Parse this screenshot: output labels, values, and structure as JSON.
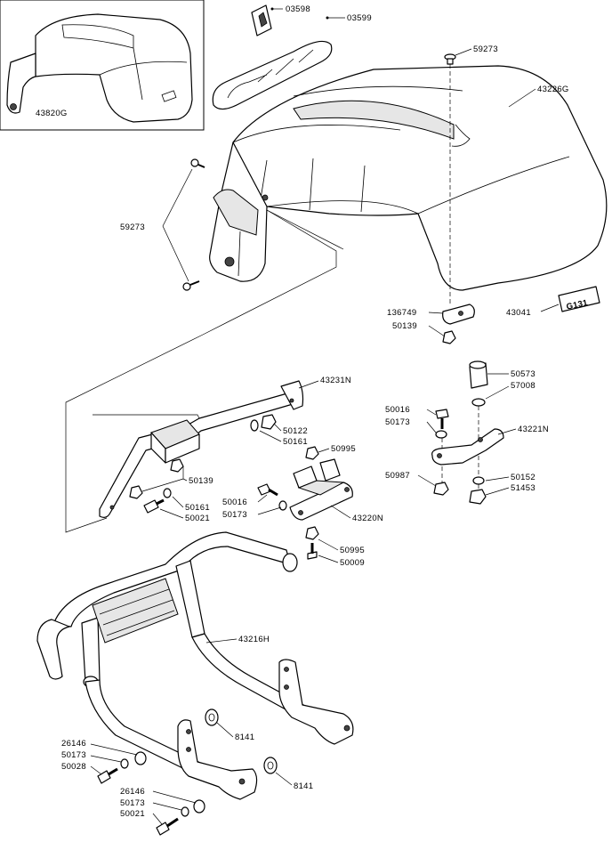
{
  "inset": {
    "label": "43820G"
  },
  "labels": {
    "l03598": "03598",
    "l03599": "03599",
    "l59273_top": "59273",
    "l43226G": "43226G",
    "l59273_left": "59273",
    "l136749": "136749",
    "l50139_a": "50139",
    "l43041": "43041",
    "l43231N": "43231N",
    "l50122": "50122",
    "l50161_a": "50161",
    "l50995_a": "50995",
    "l50139_b": "50139",
    "l50161_b": "50161",
    "l50021_a": "50021",
    "l50016_a": "50016",
    "l50173_a": "50173",
    "l43220N": "43220N",
    "l50995_b": "50995",
    "l50009": "50009",
    "l50573": "50573",
    "l57008": "57008",
    "l50016_b": "50016",
    "l50173_b": "50173",
    "l43221N": "43221N",
    "l50987": "50987",
    "l50152": "50152",
    "l51453": "51453",
    "l43216H": "43216H",
    "l26146_a": "26146",
    "l50173_c": "50173",
    "l50028": "50028",
    "l8141_a": "8141",
    "l8141_b": "8141",
    "l26146_b": "26146",
    "l50173_d": "50173",
    "l50021_b": "50021"
  },
  "decal": {
    "text": "G131"
  }
}
